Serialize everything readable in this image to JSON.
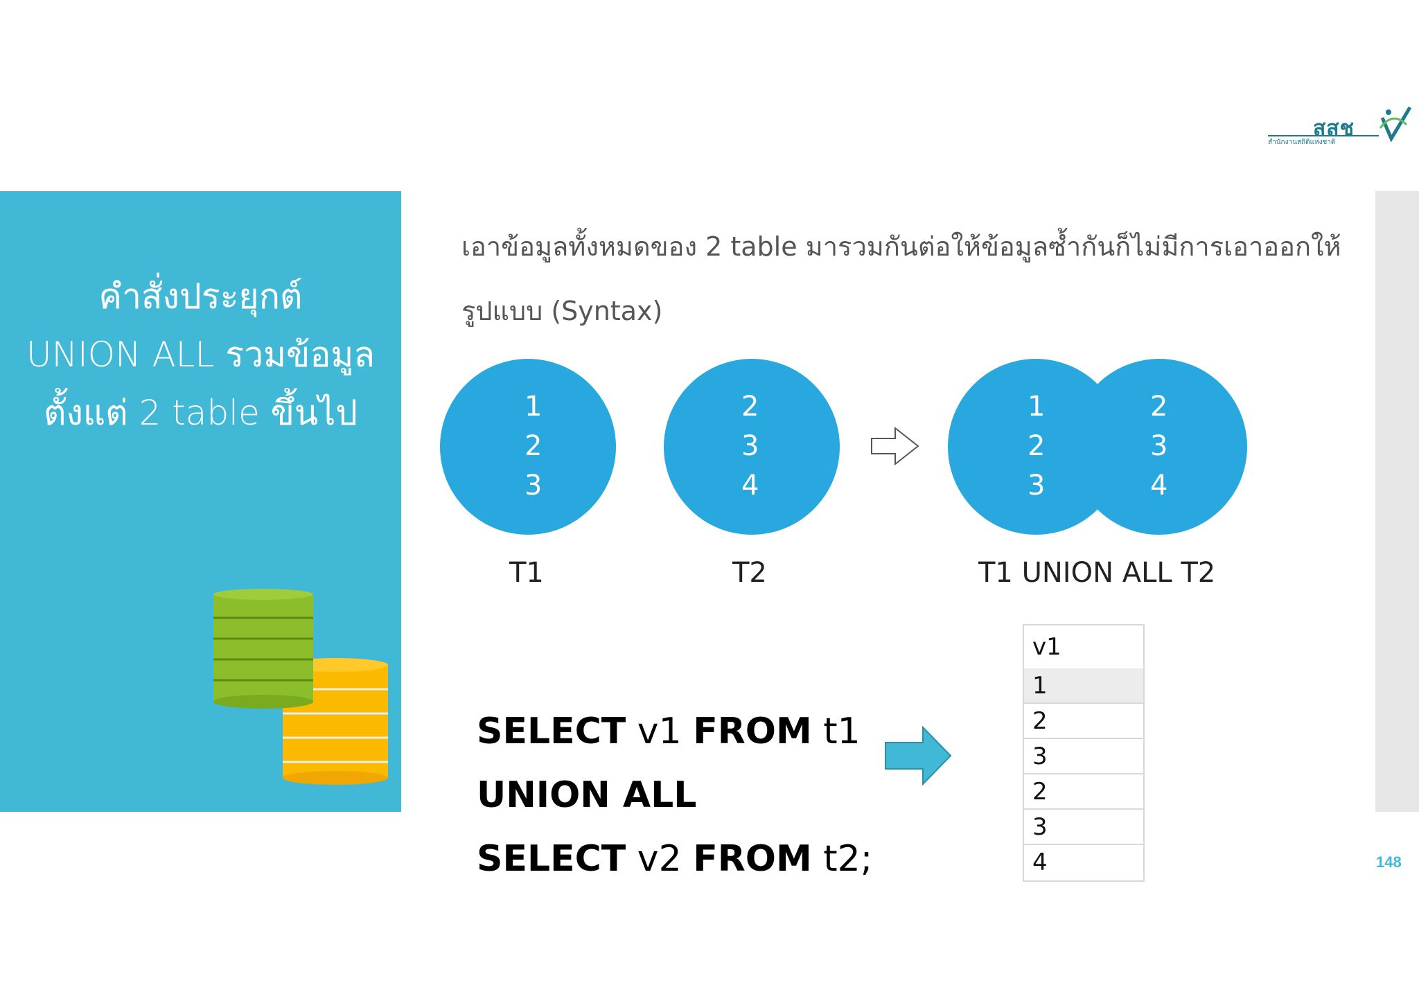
{
  "logo": {
    "text": "สสช",
    "subtitle": "สำนักงานสถิติแห่งชาติ"
  },
  "left_panel": {
    "title_lines": [
      "คำสั่งประยุกต์",
      "UNION ALL รวมข้อมูล",
      "ตั้งแต่ 2 table ขึ้นไป"
    ],
    "color": "#41b9d6"
  },
  "description": "เอาข้อมูลทั้งหมดของ 2 table มารวมกันต่อให้ข้อมูลซ้ำกันก็ไม่มีการเอาออกให้",
  "syntax_label": "รูปแบบ (Syntax)",
  "diagram": {
    "t1": {
      "values": [
        "1",
        "2",
        "3"
      ],
      "label": "T1"
    },
    "t2": {
      "values": [
        "2",
        "3",
        "4"
      ],
      "label": "T2"
    },
    "union": {
      "left_values": [
        "1",
        "2",
        "3"
      ],
      "right_values": [
        "2",
        "3",
        "4"
      ],
      "label": "T1 UNION ALL T2"
    },
    "circle_color": "#29a8e0"
  },
  "sql": {
    "line1_kw1": "SELECT",
    "line1_id1": "v1",
    "line1_kw2": "FROM",
    "line1_id2": "t1",
    "line2": "UNION ALL",
    "line3_kw1": "SELECT",
    "line3_id1": "v2",
    "line3_kw2": "FROM",
    "line3_id2": "t2;"
  },
  "result": {
    "header": "v1",
    "rows": [
      "1",
      "2",
      "3",
      "2",
      "3",
      "4"
    ]
  },
  "page_number": "148"
}
